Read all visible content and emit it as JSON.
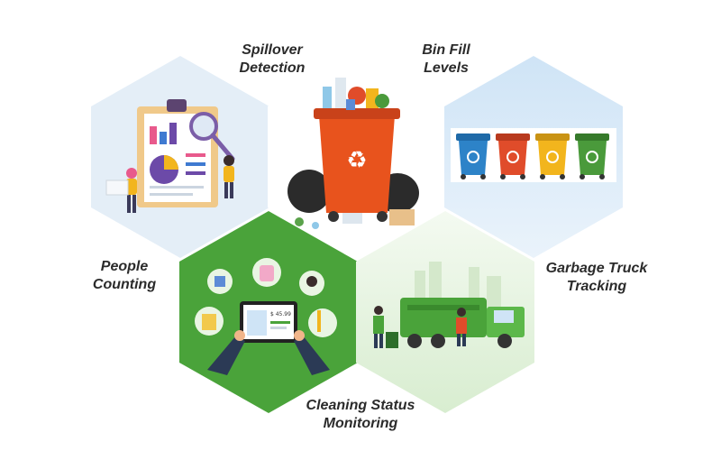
{
  "features": [
    {
      "id": "people-counting",
      "line1": "People",
      "line2": "Counting"
    },
    {
      "id": "spillover-detection",
      "line1": "Spillover",
      "line2": "Detection"
    },
    {
      "id": "bin-fill-levels",
      "line1": "Bin Fill",
      "line2": "Levels"
    },
    {
      "id": "garbage-truck-tracking",
      "line1": "Garbage Truck",
      "line2": "Tracking"
    },
    {
      "id": "cleaning-status-monitoring",
      "line1": "Cleaning Status",
      "line2": "Monitoring"
    }
  ],
  "colors": {
    "hex_light_blue": "#e3eef8",
    "hex_green": "#4aa33a",
    "hex_light_green": "#e3f2dc",
    "bin_orange": "#e8531d",
    "bin_blue": "#2d83c8",
    "bin_red": "#e04c2a",
    "bin_yellow": "#f2b51d",
    "bin_green": "#4a9a3b"
  },
  "tablet_price": "$ 45.99"
}
